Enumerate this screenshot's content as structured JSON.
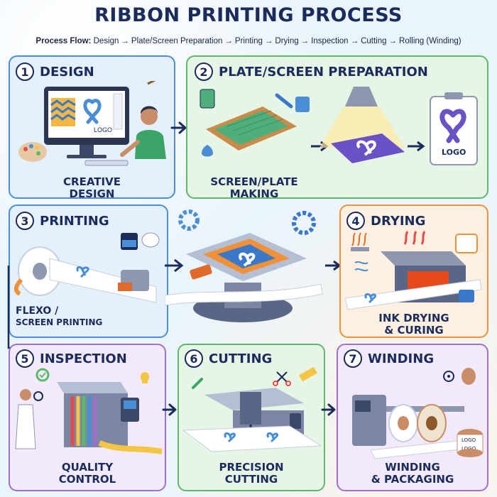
{
  "title": "RIBBON PRINTING PROCESS",
  "flow": {
    "label": "Process Flow:",
    "steps": [
      "Design",
      "Plate/Screen Preparation",
      "Printing",
      "Drying",
      "Inspection",
      "Cutting",
      "Rolling (Winding)"
    ],
    "separator": "→"
  },
  "panels": [
    {
      "number": "1",
      "title": "DESIGN",
      "caption_l1": "CREATIVE",
      "caption_l2": "DESIGN",
      "logo_text": "LOGO"
    },
    {
      "number": "2",
      "title": "PLATE/SCREEN PREPARATION",
      "caption_l1": "SCREEN/PLATE",
      "caption_l2": "MAKING",
      "logo_text": "LOGO"
    },
    {
      "number": "3",
      "title": "PRINTING",
      "caption_l1": "FLEXO /",
      "caption_l2": "SCREEN PRINTING"
    },
    {
      "number": "4",
      "title": "DRYING",
      "caption_l1": "INK DRYING",
      "caption_l2": "& CURING"
    },
    {
      "number": "5",
      "title": "INSPECTION",
      "caption_l1": "QUALITY",
      "caption_l2": "CONTROL"
    },
    {
      "number": "6",
      "title": "CUTTING",
      "caption_l1": "PRECISION",
      "caption_l2": "CUTTING"
    },
    {
      "number": "7",
      "title": "WINDING",
      "caption_l1": "WINDING",
      "caption_l2": "& PACKAGING",
      "spool_labels": [
        "LOGO",
        "LOGO"
      ]
    }
  ],
  "colors": {
    "blue": "#4a8fd6",
    "green": "#5db86a",
    "orange": "#f0913a",
    "purple": "#a06fc9",
    "navy": "#1a2b5c"
  }
}
